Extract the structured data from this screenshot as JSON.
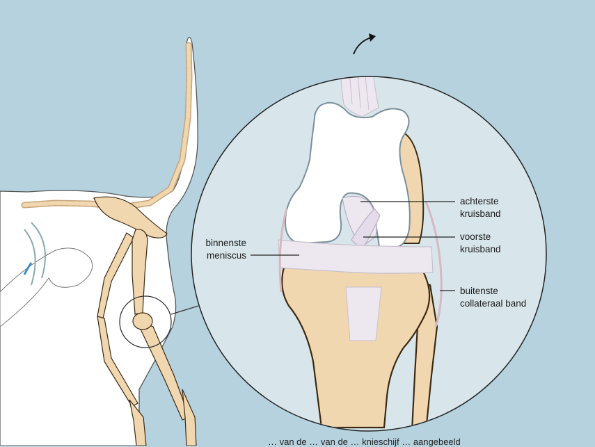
{
  "labels": {
    "posterior_cruciate": [
      "achterste",
      "kruisband"
    ],
    "anterior_cruciate": [
      "voorste",
      "kruisband"
    ],
    "medial_meniscus": [
      "binnenste",
      "meniscus"
    ],
    "lateral_collateral": [
      "buitenste",
      "collateraal band"
    ]
  },
  "caption": "… van de … van de … knieschijf … aangebeeld",
  "colors": {
    "background": "#b6d2de",
    "circle_fill": "#d8e6ec",
    "bone": "#f1d7b0",
    "bone_outline": "#3a2a14",
    "femur": "#ffffff",
    "femur_outline": "#7a8f9a",
    "ligament": "#ede8f0",
    "dog_body": "#ffffff"
  }
}
